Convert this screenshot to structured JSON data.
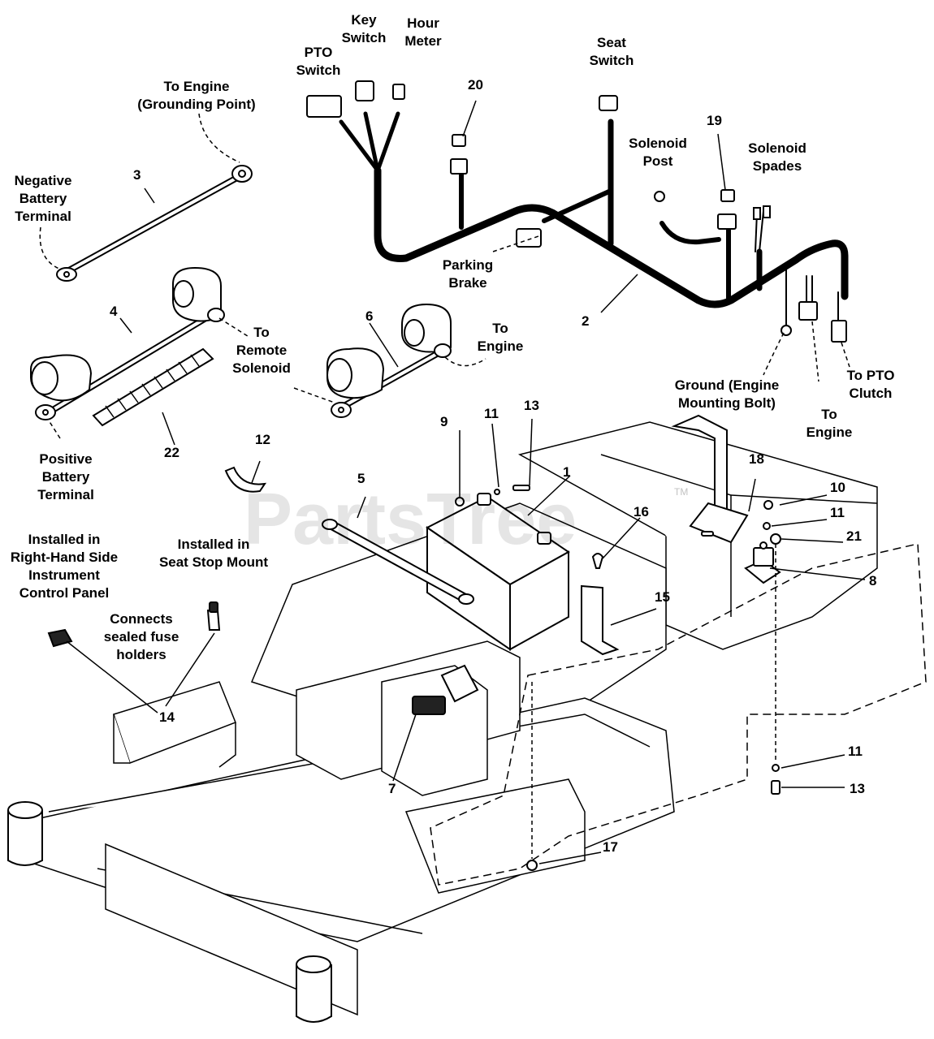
{
  "watermark": {
    "text": "PartsTree",
    "tm": "TM"
  },
  "callouts": {
    "c1": "1",
    "c2": "2",
    "c3": "3",
    "c4": "4",
    "c5": "5",
    "c6": "6",
    "c7": "7",
    "c8": "8",
    "c9": "9",
    "c10": "10",
    "c11a": "11",
    "c11b": "11",
    "c11c": "11",
    "c12": "12",
    "c13a": "13",
    "c13b": "13",
    "c14": "14",
    "c15": "15",
    "c16": "16",
    "c17": "17",
    "c18": "18",
    "c19": "19",
    "c20": "20",
    "c21": "21",
    "c22": "22"
  },
  "labels": {
    "pto_switch": "PTO\nSwitch",
    "key_switch": "Key\nSwitch",
    "hour_meter": "Hour\nMeter",
    "seat_switch": "Seat\nSwitch",
    "solenoid_post": "Solenoid\nPost",
    "solenoid_spades": "Solenoid\nSpades",
    "to_engine_grounding": "To Engine\n(Grounding Point)",
    "negative_battery": "Negative\nBattery\nTerminal",
    "parking_brake": "Parking\nBrake",
    "to_remote_solenoid": "To\nRemote\nSolenoid",
    "to_engine_6": "To\nEngine",
    "ground_engine": "Ground (Engine\nMounting Bolt)",
    "to_engine_harness": "To\nEngine",
    "to_pto_clutch": "To PTO\nClutch",
    "positive_battery": "Positive\nBattery\nTerminal",
    "installed_rh": "Installed in\nRight-Hand Side\nInstrument\nControl Panel",
    "installed_seat": "Installed in\nSeat Stop Mount",
    "connects_fuse": "Connects\nsealed fuse\nholders"
  }
}
